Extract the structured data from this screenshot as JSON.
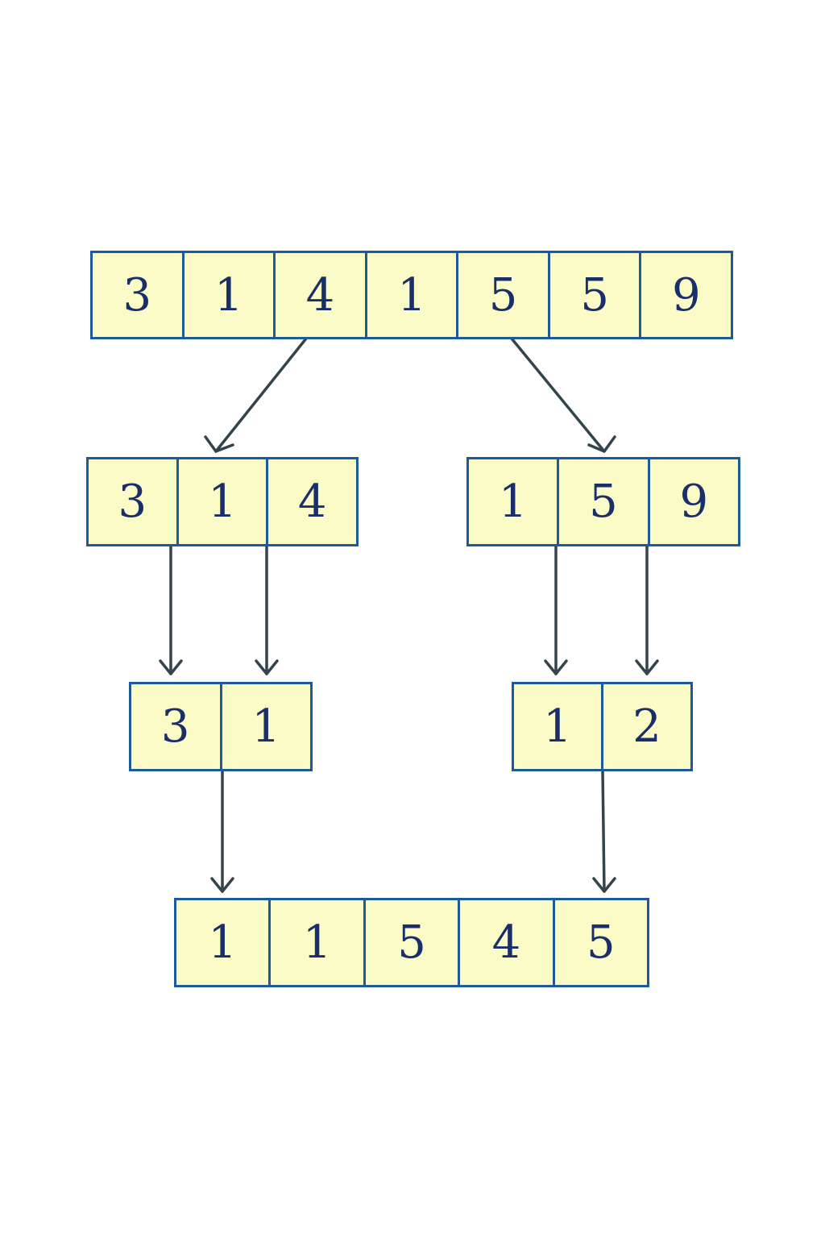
{
  "arrays": {
    "top": [
      "3",
      "1",
      "4",
      "1",
      "5",
      "5",
      "9"
    ],
    "mid_left": [
      "3",
      "1",
      "4"
    ],
    "mid_right": [
      "1",
      "5",
      "9"
    ],
    "low_left": [
      "3",
      "1"
    ],
    "low_right": [
      "1",
      "2"
    ],
    "bottom": [
      "1",
      "1",
      "5",
      "4",
      "5"
    ]
  },
  "colors": {
    "cell_fill": "#fbfbc8",
    "cell_border": "#1c5a9a",
    "digit": "#1a2f6a",
    "arrow": "#34444c"
  }
}
